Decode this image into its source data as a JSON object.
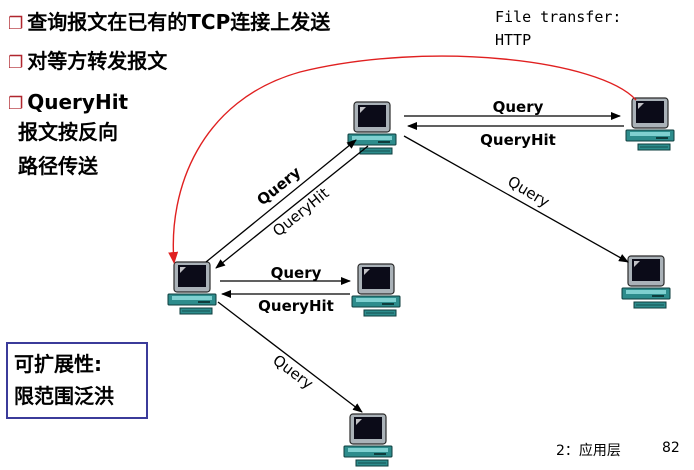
{
  "bullets": {
    "line1": {
      "glyph": "❐",
      "text": "查询报文在已有的TCP连接上发送"
    },
    "line2": {
      "glyph": "❐",
      "text": "对等方转发报文"
    },
    "line3": {
      "glyph": "❐",
      "text": "QueryHit"
    },
    "line4": {
      "text": "报文按反向"
    },
    "line5": {
      "text": "路径传送"
    }
  },
  "http_note": {
    "line1": "File transfer:",
    "line2": "HTTP"
  },
  "callout": {
    "line1": "可扩展性:",
    "line2": "限范围泛洪"
  },
  "edges": {
    "top_query": "Query",
    "top_queryhit": "QueryHit",
    "diag_query": "Query",
    "diag_queryhit": "QueryHit",
    "right_query": "Query",
    "mid_query": "Query",
    "mid_queryhit": "QueryHit",
    "down_query": "Query"
  },
  "footer": {
    "chapter": "2：应用层",
    "page": "82"
  },
  "colors": {
    "http_arrow": "#e02020",
    "callout_border": "#3b3b9a",
    "bullet": "#b0262e"
  },
  "icons": [
    "computer-icon"
  ]
}
